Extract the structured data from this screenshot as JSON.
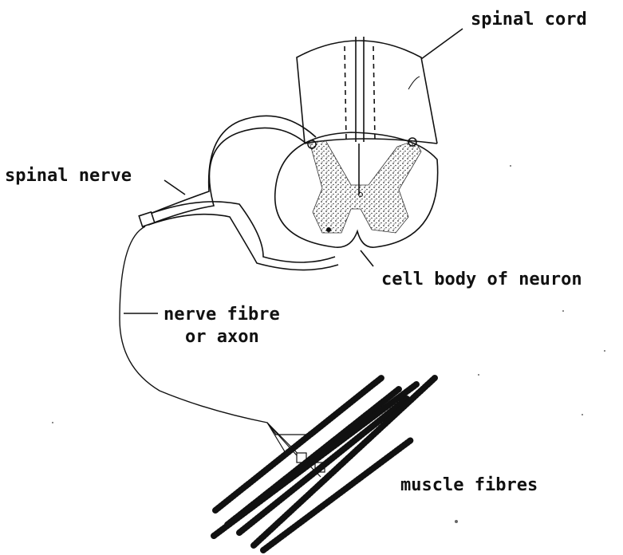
{
  "labels": {
    "spinal_cord": "spinal cord",
    "spinal_nerve": "spinal nerve",
    "cell_body": "cell body of neuron",
    "nerve_fibre_line1": "nerve fibre",
    "nerve_fibre_line2": "or axon",
    "muscle_fibres": "muscle fibres"
  },
  "colors": {
    "ink": "#111111",
    "grey_matter": "#555555",
    "background": "#ffffff"
  }
}
